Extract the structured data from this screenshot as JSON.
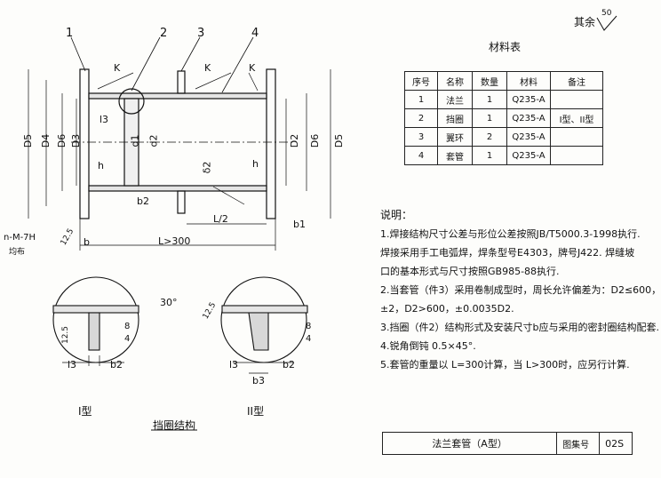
{
  "header": {
    "roughness_label": "其余",
    "roughness_value": "50"
  },
  "callouts": [
    "1",
    "2",
    "3",
    "4"
  ],
  "main_view": {
    "dims_left": [
      "D5",
      "D4",
      "D6",
      "D3"
    ],
    "dims_right": [
      "D2",
      "D6",
      "D5"
    ],
    "inner_labels": [
      "l3",
      "d1",
      "d2",
      "h",
      "b2",
      "δ2",
      "h",
      "L/2",
      "b1",
      "b",
      "L>300"
    ],
    "weld_marks": [
      "K",
      "K",
      "K"
    ],
    "bolt_note": "n-M-7H",
    "bolt_note2": "均布",
    "roughness_12_5": "12.5"
  },
  "detail_i": {
    "angle": "30°",
    "roughness": "12.5",
    "weld": [
      "8",
      "4"
    ],
    "dims": [
      "l3",
      "b2"
    ],
    "caption": "I型"
  },
  "detail_ii": {
    "roughness": "12.5",
    "weld": [
      "8",
      "4"
    ],
    "dims": [
      "l3",
      "b2",
      "b3"
    ],
    "caption": "II型"
  },
  "ring_caption": "挡圈结构",
  "materials": {
    "title": "材料表",
    "headers": [
      "序号",
      "名称",
      "数量",
      "材料",
      "备注"
    ],
    "rows": [
      [
        "1",
        "法兰",
        "1",
        "Q235-A",
        ""
      ],
      [
        "2",
        "挡圈",
        "1",
        "Q235-A",
        "I型、II型"
      ],
      [
        "3",
        "翼环",
        "2",
        "Q235-A",
        ""
      ],
      [
        "4",
        "套管",
        "1",
        "Q235-A",
        ""
      ]
    ]
  },
  "notes": {
    "title": "说明：",
    "lines": [
      "1.焊接结构尺寸公差与形位公差按照JB/T5000.3-1998执行.",
      "  焊接采用手工电弧焊，焊条型号E4303，牌号J422. 焊缝坡",
      "  口的基本形式与尺寸按照GB985-88执行.",
      "2.当套管（件3）采用卷制成型时，周长允许偏差为：D2≤600，",
      "  ±2，D2>600，±0.0035D2.",
      "3.挡圈（件2）结构形式及安装尺寸b应与采用的密封圈结构配套.",
      "4.锐角倒钝 0.5×45°.",
      "5.套管的重量以 L=300计算，当 L>300时，应另行计算."
    ]
  },
  "title_block": {
    "name": "法兰套管（A型）",
    "label": "图集号",
    "code": "02S"
  }
}
